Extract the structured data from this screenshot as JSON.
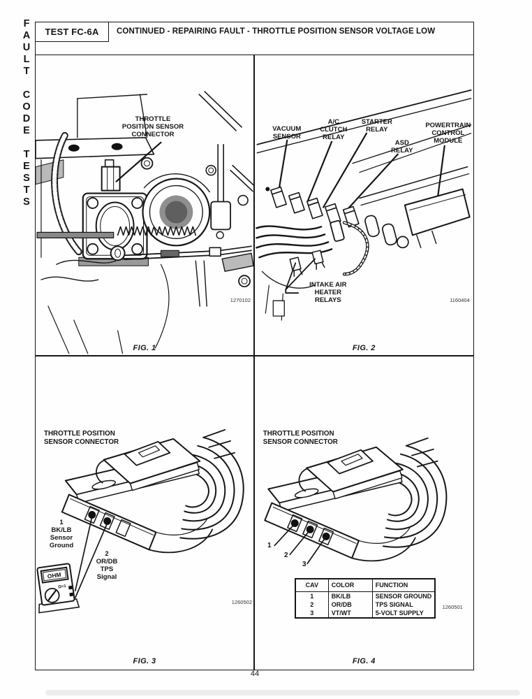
{
  "sidebar": {
    "vertical_title": "F\nA\nU\nL\nT\n\nC\nO\nD\nE\n\nT\nE\nS\nT\nS"
  },
  "header": {
    "test_label": "TEST FC-6A",
    "title": "CONTINUED - REPAIRING FAULT - THROTTLE POSITION SENSOR VOLTAGE LOW"
  },
  "fig1": {
    "caption": "FIG. 1",
    "figure_id": "1270102",
    "callout_tps_connector": "THROTTLE\nPOSITION SENSOR\nCONNECTOR"
  },
  "fig2": {
    "caption": "FIG. 2",
    "figure_id": "1160404",
    "callouts": {
      "vacuum_sensor": "VACUUM\nSENSOR",
      "ac_clutch_relay": "A/C\nCLUTCH\nRELAY",
      "starter_relay": "STARTER\nRELAY",
      "asd_relay": "ASD\nRELAY",
      "powertrain_control_module": "POWERTRAIN\nCONTROL\nMODULE",
      "intake_air_heater_relays": "INTAKE AIR\nHEATER\nRELAYS"
    }
  },
  "fig3": {
    "caption": "FIG. 3",
    "figure_id": "1260502",
    "connector_label": "THROTTLE POSITION\nSENSOR CONNECTOR",
    "pin1_label": "1\nBK/LB\nSensor\nGround",
    "pin2_label": "2\nOR/DB\nTPS\nSignal",
    "meter": {
      "display": "OHM",
      "range": "Ω=1"
    }
  },
  "fig4": {
    "caption": "FIG. 4",
    "figure_id": "1260501",
    "connector_label": "THROTTLE POSITION\nSENSOR CONNECTOR",
    "pin_markers": [
      "1",
      "2",
      "3"
    ],
    "table": {
      "headers": [
        "CAV",
        "COLOR",
        "FUNCTION"
      ],
      "rows": [
        [
          "1",
          "BK/LB",
          "SENSOR GROUND"
        ],
        [
          "2",
          "OR/DB",
          "TPS SIGNAL"
        ],
        [
          "3",
          "VT/WT",
          "5-VOLT SUPPLY"
        ]
      ]
    }
  },
  "page": {
    "number": "44"
  }
}
